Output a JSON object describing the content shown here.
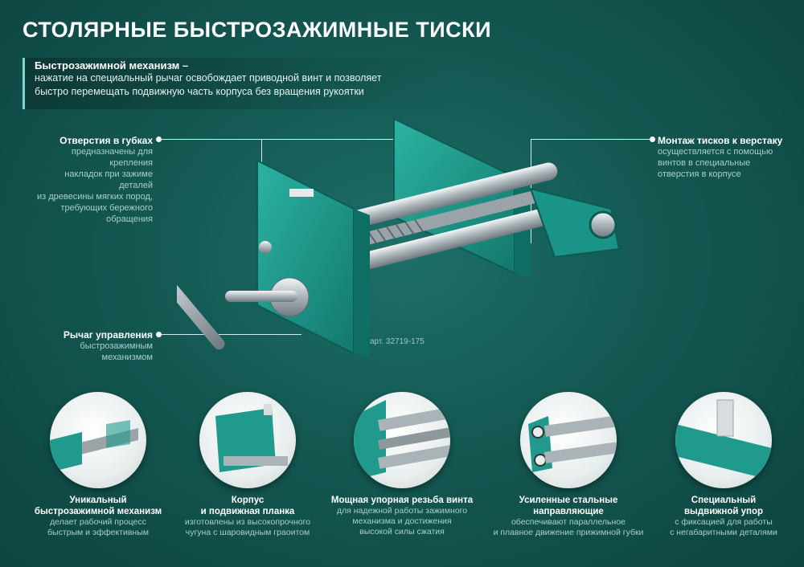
{
  "title": "СТОЛЯРНЫЕ БЫСТРОЗАЖИМНЫЕ ТИСКИ",
  "intro": {
    "heading": "Быстрозажимной механизм –",
    "line1": "нажатие на специальный рычаг освобождает приводной винт и позволяет",
    "line2": "быстро перемещать подвижную часть корпуса без вращения рукоятки"
  },
  "callouts": {
    "holes": {
      "heading": "Отверстия в губках",
      "lines": [
        "предназначены для крепления",
        "накладок при зажиме деталей",
        "из древесины мягких пород,",
        "требующих бережного",
        "обращения"
      ]
    },
    "mount": {
      "heading": "Монтаж тисков к верстаку",
      "lines": [
        "осуществляется с помощью",
        "винтов в специальные",
        "отверстия в корпусе"
      ]
    },
    "lever": {
      "heading": "Рычаг управления",
      "lines": [
        "быстрозажимным механизмом"
      ]
    }
  },
  "article": "арт. 32719-175",
  "features": [
    {
      "heading1": "Уникальный",
      "heading2": "быстрозажимной механизм",
      "lines": [
        "делает рабочий процесс",
        "быстрым и эффективным"
      ]
    },
    {
      "heading1": "Корпус",
      "heading2": "и подвижная планка",
      "lines": [
        "изготовлены из высокопрочного",
        "чугуна с шаровидным граоитом"
      ]
    },
    {
      "heading1": "Мощная упорная резьба винта",
      "heading2": "",
      "lines": [
        "для надежной работы зажимного",
        "механизма и достижения",
        "высокой силы сжатия"
      ]
    },
    {
      "heading1": "Усиленные стальные",
      "heading2": "направляющие",
      "lines": [
        "обеспечивают параллельное",
        "и плавное движение прижимной губки"
      ]
    },
    {
      "heading1": "Специальный",
      "heading2": "выдвижной упор",
      "lines": [
        "с фиксацией для работы",
        "с негабаритными деталями"
      ]
    }
  ],
  "colors": {
    "teal_body": "#1f9a8c",
    "steel": "#c8cfd2",
    "background": "#145852"
  }
}
